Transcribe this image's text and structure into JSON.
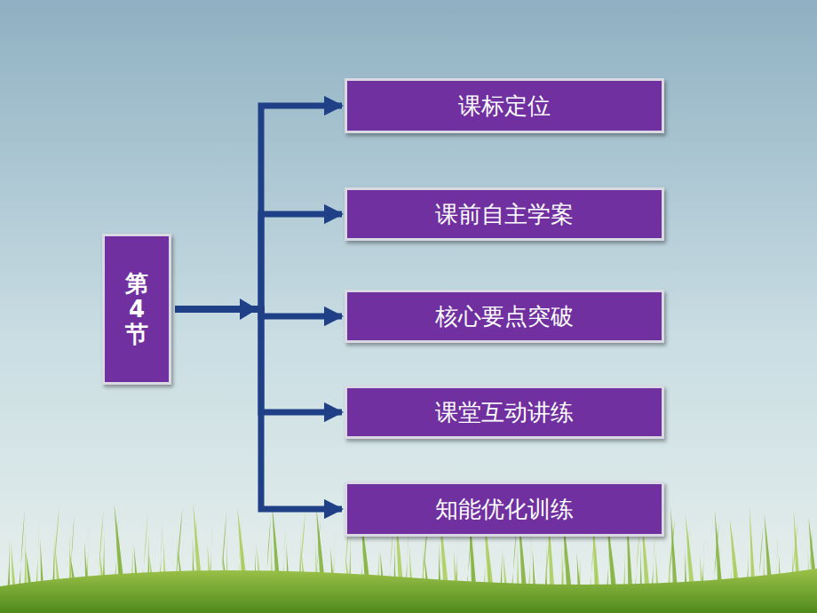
{
  "diagram": {
    "nodes": [
      {
        "text": [
          "第4节"
        ]
      },
      {
        "text": [
          "课标定位"
        ]
      },
      {
        "text": [
          "课前自主学案"
        ]
      },
      {
        "text": [
          "核心要点突破"
        ]
      },
      {
        "text": [
          "课堂互动讲练"
        ]
      },
      {
        "text": [
          "知能优化训练"
        ]
      }
    ],
    "edges": [
      {
        "from": 0,
        "to": 1,
        "arrow": "to"
      },
      {
        "from": 0,
        "to": 2,
        "arrow": "to"
      },
      {
        "from": 0,
        "to": 3,
        "arrow": "to"
      },
      {
        "from": 0,
        "to": 4,
        "arrow": "to"
      },
      {
        "from": 0,
        "to": 5,
        "arrow": "to"
      }
    ]
  }
}
